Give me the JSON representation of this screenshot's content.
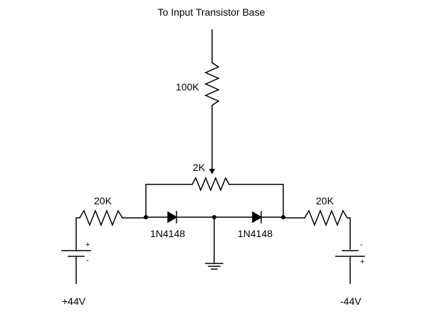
{
  "labels": {
    "top": "To Input Transistor Base",
    "r_top": "100K",
    "pot": "2K",
    "r_left": "20K",
    "r_right": "20K",
    "d_left": "1N4148",
    "d_right": "1N4148",
    "v_left": "+44V",
    "v_right": "-44V",
    "bat_left_plus": "+",
    "bat_left_minus": "-",
    "bat_right_minus": "-",
    "bat_right_plus": "+"
  }
}
